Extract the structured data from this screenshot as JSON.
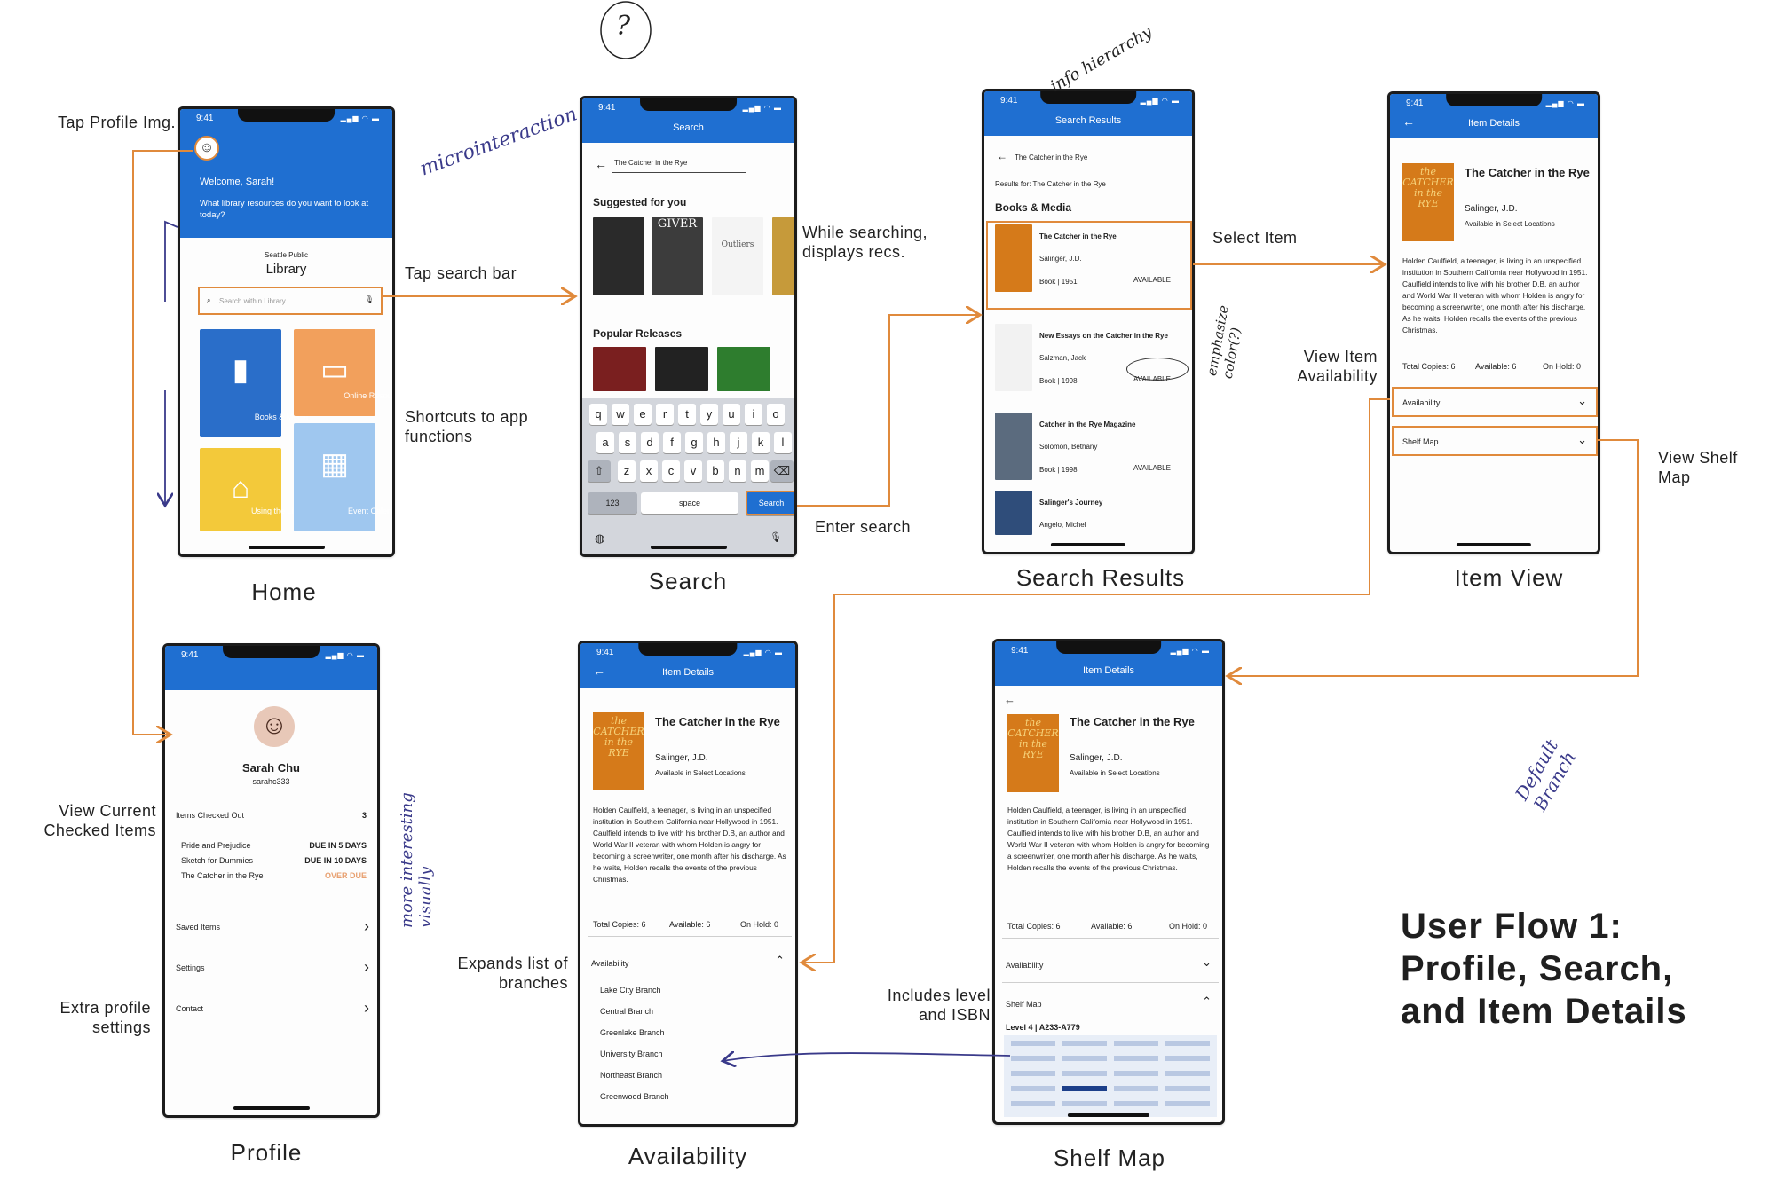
{
  "title": {
    "line1": "User Flow 1:",
    "line2": "Profile, Search,",
    "line3": "and Item Details"
  },
  "status": {
    "time": "9:41",
    "signal": "▂▄▆ ◠ ▬"
  },
  "labels": {
    "home": "Home",
    "search": "Search",
    "search_results": "Search Results",
    "item_view": "Item View",
    "profile": "Profile",
    "availability": "Availability",
    "shelf_map": "Shelf Map"
  },
  "notes": {
    "tap_profile": "Tap Profile Img.",
    "tap_search": "Tap search bar",
    "shortcuts": "Shortcuts to app functions",
    "while_searching": "While searching, displays recs.",
    "enter_search": "Enter search",
    "select_item": "Select Item",
    "view_availability": "View Item Availability",
    "view_shelf": "View Shelf Map",
    "view_checked": "View Current Checked Items",
    "extra_profile": "Extra profile settings",
    "expands": "Expands list of branches",
    "includes_level": "Includes level and ISBN"
  },
  "handwritten": {
    "question": "?",
    "microinteraction": "microinteraction",
    "info_hierarchy": "info hierarchy",
    "emphasize": "emphasize color(?)",
    "more_interesting": "more interesting visually",
    "default_branch": "Default Branch"
  },
  "home": {
    "welcome": "Welcome, Sarah!",
    "prompt": "What library resources do you want to look at today?",
    "library_small": "Seattle Public",
    "library_name": "Library",
    "search_placeholder": "Search within Library",
    "tiles": [
      "Books & Media",
      "Online Resources",
      "Using the Library",
      "Event Calendar"
    ]
  },
  "search": {
    "bar_title": "Search",
    "query": "The Catcher in the Rye",
    "suggested": "Suggested for you",
    "popular": "Popular Releases",
    "keys_row1": [
      "q",
      "w",
      "e",
      "r",
      "t",
      "y",
      "u",
      "i",
      "o"
    ],
    "keys_row2": [
      "a",
      "s",
      "d",
      "f",
      "g",
      "h",
      "j",
      "k",
      "l"
    ],
    "keys_row3": [
      "z",
      "x",
      "c",
      "v",
      "b",
      "n",
      "m"
    ],
    "key_123": "123",
    "key_space": "space",
    "key_search": "Search",
    "giver": "GIVER",
    "outliers": "Outliers"
  },
  "results": {
    "bar_title": "Search Results",
    "query": "The Catcher in the Rye",
    "results_for": "Results for: The Catcher in the Rye",
    "section": "Books & Media",
    "items": [
      {
        "title": "The Catcher in the Rye",
        "author": "Salinger, J.D.",
        "format": "Book | 1951",
        "status": "AVAILABLE"
      },
      {
        "title": "New Essays on the Catcher in the Rye",
        "author": "Salzman, Jack",
        "format": "Book | 1998",
        "status": "AVAILABLE"
      },
      {
        "title": "Catcher in the Rye Magazine",
        "author": "Solomon, Bethany",
        "format": "Book | 1998",
        "status": "AVAILABLE"
      },
      {
        "title": "Salinger's Journey",
        "author": "Angelo, Michel",
        "format": "",
        "status": ""
      }
    ]
  },
  "item": {
    "bar_title": "Item Details",
    "title": "The Catcher in the Rye",
    "author": "Salinger, J.D.",
    "avail_note": "Available in Select Locations",
    "description": "Holden Caulfield, a teenager, is living in an unspecified institution in Southern California near Hollywood in 1951. Caulfield intends to live with his brother D.B, an author and World War II veteran with whom Holden is angry for becoming a screenwriter, one month after his discharge. As he waits, Holden recalls the events of the previous Christmas.",
    "total": "Total Copies: 6",
    "available": "Available: 6",
    "on_hold": "On Hold: 0",
    "availability": "Availability",
    "shelf_map": "Shelf Map",
    "cover_text": "the CATCHER in the RYE",
    "branches": [
      "Lake City Branch",
      "Central Branch",
      "Greenlake Branch",
      "University Branch",
      "Northeast Branch",
      "Greenwood Branch"
    ],
    "level": "Level 4 | A233-A779"
  },
  "profile": {
    "name": "Sarah Chu",
    "handle": "sarahc333",
    "checked_out": "Items Checked Out",
    "count": "3",
    "items": [
      {
        "title": "Pride and Prejudice",
        "due": "DUE IN 5 DAYS"
      },
      {
        "title": "Sketch for Dummies",
        "due": "DUE IN 10 DAYS"
      },
      {
        "title": "The Catcher in the Rye",
        "due": "OVER DUE"
      }
    ],
    "menu": [
      "Saved Items",
      "Settings",
      "Contact"
    ]
  },
  "colors": {
    "brand_blue": "#1f6fd1",
    "flow_orange": "#e08a3c",
    "overdue": "#e8a070"
  }
}
